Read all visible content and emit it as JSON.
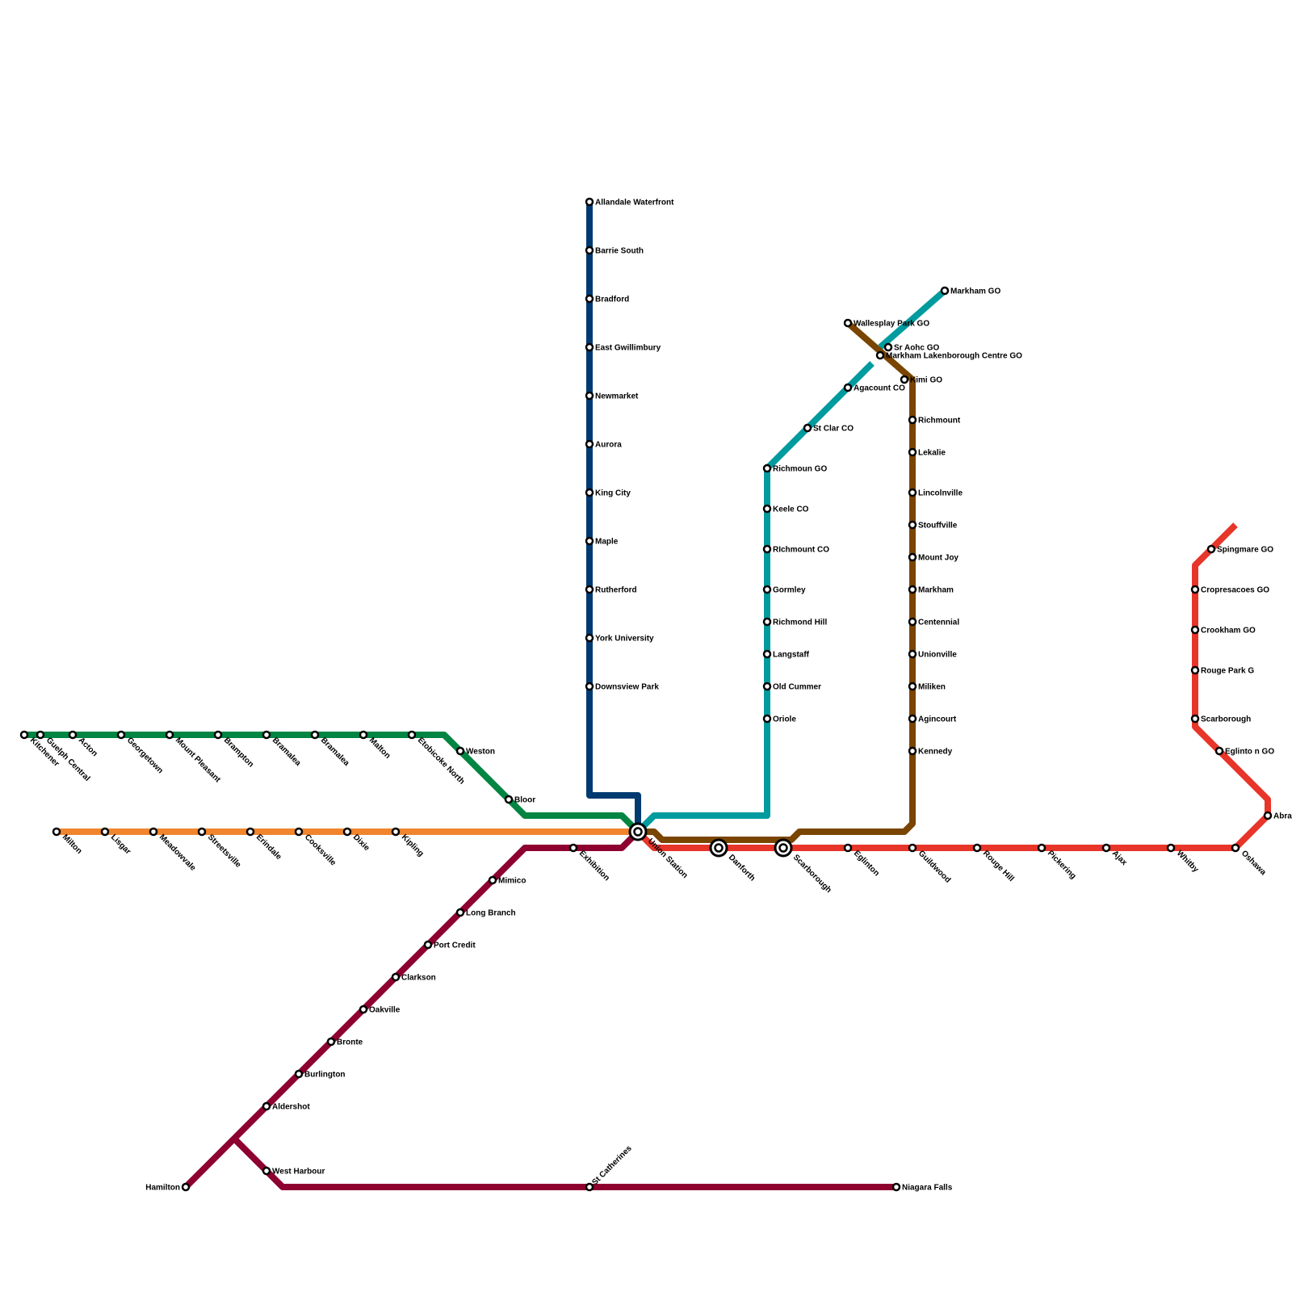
{
  "colors": {
    "green": "#008542",
    "orange": "#f0852d",
    "maroon": "#8e0030",
    "navy": "#003a70",
    "teal": "#009b9e",
    "brown": "#7a4500",
    "red": "#e8352a"
  },
  "lines": [
    {
      "id": "green-line",
      "color": "green"
    },
    {
      "id": "orange-line",
      "color": "orange"
    },
    {
      "id": "maroon-line",
      "color": "maroon"
    },
    {
      "id": "maroon-branch",
      "color": "maroon"
    },
    {
      "id": "navy-line",
      "color": "navy"
    },
    {
      "id": "teal-line",
      "color": "teal"
    },
    {
      "id": "brown-line",
      "color": "brown"
    },
    {
      "id": "red-line",
      "color": "red"
    }
  ],
  "stations": [
    {
      "name": "Kitchener"
    },
    {
      "name": "Guelph Central"
    },
    {
      "name": "Acton"
    },
    {
      "name": "Georgetown"
    },
    {
      "name": "Mount Pleasant"
    },
    {
      "name": "Brampton"
    },
    {
      "name": "Bramalea"
    },
    {
      "name": "Bramalea"
    },
    {
      "name": "Malton"
    },
    {
      "name": "Etobicoke North"
    },
    {
      "name": "Weston"
    },
    {
      "name": "Bloor"
    },
    {
      "name": "Milton"
    },
    {
      "name": "Lisgar"
    },
    {
      "name": "Meadowvale"
    },
    {
      "name": "Streetsville"
    },
    {
      "name": "Erindale"
    },
    {
      "name": "Cooksville"
    },
    {
      "name": "Dixie"
    },
    {
      "name": "Kipling"
    },
    {
      "name": "Exhibition"
    },
    {
      "name": "Mimico"
    },
    {
      "name": "Long Branch"
    },
    {
      "name": "Port Credit"
    },
    {
      "name": "Clarkson"
    },
    {
      "name": "Oakville"
    },
    {
      "name": "Bronte"
    },
    {
      "name": "Burlington"
    },
    {
      "name": "Aldershot"
    },
    {
      "name": "Hamilton"
    },
    {
      "name": "West Harbour"
    },
    {
      "name": "St Catherines"
    },
    {
      "name": "Niagara Falls"
    },
    {
      "name": "Allandale Waterfront"
    },
    {
      "name": "Barrie South"
    },
    {
      "name": "Bradford"
    },
    {
      "name": "East Gwillimbury"
    },
    {
      "name": "Newmarket"
    },
    {
      "name": "Aurora"
    },
    {
      "name": "King City"
    },
    {
      "name": "Maple"
    },
    {
      "name": "Rutherford"
    },
    {
      "name": "York University"
    },
    {
      "name": "Downsview Park"
    },
    {
      "name": "Union Station"
    },
    {
      "name": "Danforth"
    },
    {
      "name": "Scarborough"
    },
    {
      "name": "Richmoun GO"
    },
    {
      "name": "Keele CO"
    },
    {
      "name": "RIchmount CO"
    },
    {
      "name": "Gormley"
    },
    {
      "name": "Richmond Hill"
    },
    {
      "name": "Langstaff"
    },
    {
      "name": "Old Cummer"
    },
    {
      "name": "Oriole"
    },
    {
      "name": "St Clar CO"
    },
    {
      "name": "Agacount CO"
    },
    {
      "name": "Markham GO"
    },
    {
      "name": "Wallesplay Park GO"
    },
    {
      "name": "Sr Aohc GO"
    },
    {
      "name": "Markham Lakenborough Centre GO"
    },
    {
      "name": "Kimi GO"
    },
    {
      "name": "Richmount"
    },
    {
      "name": "Lekalie"
    },
    {
      "name": "Lincolnville"
    },
    {
      "name": "Stouffville"
    },
    {
      "name": "Mount Joy"
    },
    {
      "name": "Markham"
    },
    {
      "name": "Centennial"
    },
    {
      "name": "Unionville"
    },
    {
      "name": "Miliken"
    },
    {
      "name": "Agincourt"
    },
    {
      "name": "Kennedy"
    },
    {
      "name": "Eglinton"
    },
    {
      "name": "Guildwood"
    },
    {
      "name": "Rouge Hill"
    },
    {
      "name": "Pickering"
    },
    {
      "name": "Ajax"
    },
    {
      "name": "Whitby"
    },
    {
      "name": "Oshawa"
    },
    {
      "name": "Abra"
    },
    {
      "name": "Spingmare GO"
    },
    {
      "name": "Cropresacoes GO"
    },
    {
      "name": "Crookham GO"
    },
    {
      "name": "Rouge Park G"
    },
    {
      "name": "Scarborough"
    },
    {
      "name": "Eglinto n GO"
    }
  ]
}
